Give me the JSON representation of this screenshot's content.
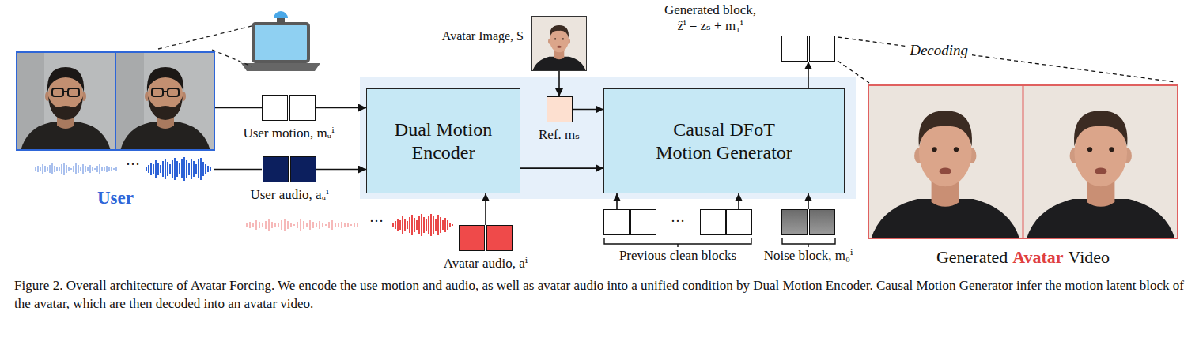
{
  "diagram": {
    "caption": "Figure 2. Overall architecture of Avatar Forcing. We encode the use motion and audio, as well as avatar audio into a unified condition by Dual Motion Encoder. Causal Motion Generator infer the motion latent block of the avatar, which are then decoded into an avatar video.",
    "nodes": [
      {
        "text": [
          "User"
        ]
      },
      {
        "text": [
          "User motion, mᵤⁱ"
        ]
      },
      {
        "text": [
          "User audio, aᵤⁱ"
        ]
      },
      {
        "text": [
          "Dual Motion Encoder"
        ]
      },
      {
        "text": [
          "Avatar audio, aⁱ"
        ]
      },
      {
        "text": [
          "Avatar Image, S"
        ]
      },
      {
        "text": [
          "Ref. mₛ"
        ]
      },
      {
        "text": [
          "Causal DFoT Motion Generator"
        ]
      },
      {
        "text": [
          "Previous clean blocks"
        ]
      },
      {
        "text": [
          "Noise block, m₀ⁱ"
        ]
      },
      {
        "text": [
          "Generated block, ẑⁱ = zₛ + m₁ⁱ"
        ]
      },
      {
        "text": [
          "Generated",
          "Avatar",
          "Video"
        ]
      }
    ],
    "edges": [
      {
        "from": 0,
        "to": 1,
        "arrow": "none"
      },
      {
        "from": 1,
        "to": 3,
        "arrow": "to"
      },
      {
        "from": 2,
        "to": 3,
        "arrow": "to"
      },
      {
        "from": 4,
        "to": 3,
        "arrow": "to"
      },
      {
        "from": 3,
        "to": 7,
        "arrow": "to"
      },
      {
        "from": 5,
        "to": 6,
        "arrow": "to"
      },
      {
        "from": 6,
        "to": 7,
        "arrow": "to"
      },
      {
        "from": 8,
        "to": 7,
        "arrow": "to"
      },
      {
        "from": 9,
        "to": 7,
        "arrow": "to"
      },
      {
        "from": 7,
        "to": 10,
        "arrow": "to"
      },
      {
        "from": 10,
        "to": 11,
        "label": "Decoding",
        "arrow": "none"
      }
    ],
    "labels": [
      "…",
      "…",
      "…"
    ]
  }
}
